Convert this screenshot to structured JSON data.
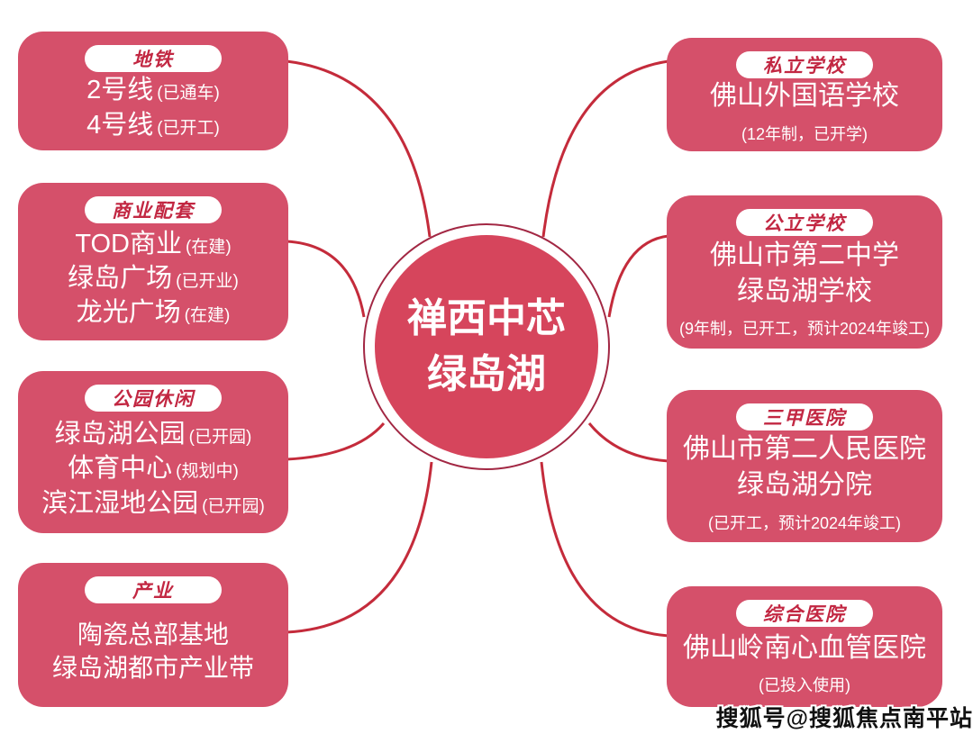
{
  "center": {
    "title_line1": "禅西中芯",
    "title_line2": "绿岛湖"
  },
  "left_boxes": [
    {
      "header": "地铁",
      "lines": [
        {
          "main": "2号线",
          "note": "(已通车)"
        },
        {
          "main": "4号线",
          "note": "(已开工)"
        }
      ]
    },
    {
      "header": "商业配套",
      "lines": [
        {
          "main": "TOD商业",
          "note": "(在建)"
        },
        {
          "main": "绿岛广场",
          "note": "(已开业)"
        },
        {
          "main": "龙光广场",
          "note": "(在建)"
        }
      ]
    },
    {
      "header": "公园休闲",
      "lines": [
        {
          "main": "绿岛湖公园",
          "note": "(已开园)"
        },
        {
          "main": "体育中心",
          "note": "(规划中)"
        },
        {
          "main": "滨江湿地公园",
          "note": "(已开园)"
        }
      ]
    },
    {
      "header": "产业",
      "lines": [
        {
          "main": "陶瓷总部基地"
        },
        {
          "main": "绿岛湖都市产业带"
        }
      ]
    }
  ],
  "right_boxes": [
    {
      "header": "私立学校",
      "lines": [
        {
          "main": "佛山外国语学校"
        }
      ],
      "footnote": "(12年制，已开学)"
    },
    {
      "header": "公立学校",
      "lines": [
        {
          "main": "佛山市第二中学"
        },
        {
          "main": "绿岛湖学校"
        }
      ],
      "footnote": "(9年制，已开工，预计2024年竣工)"
    },
    {
      "header": "三甲医院",
      "lines": [
        {
          "main": "佛山市第二人民医院"
        },
        {
          "main": "绿岛湖分院"
        }
      ],
      "footnote": "(已开工，预计2024年竣工)"
    },
    {
      "header": "综合医院",
      "lines": [
        {
          "main": "佛山岭南心血管医院"
        }
      ],
      "footnote": "(已投入使用)"
    }
  ],
  "watermark": "搜狐号@搜狐焦点南平站",
  "colors": {
    "box_fill": "#D5506A",
    "circle_fill": "#D6455C",
    "circle_ring": "#A22743",
    "header_text": "#C22742",
    "connector_line": "#C42B3B",
    "body_text": "#FFFFFF",
    "watermark_text": "#111111"
  }
}
